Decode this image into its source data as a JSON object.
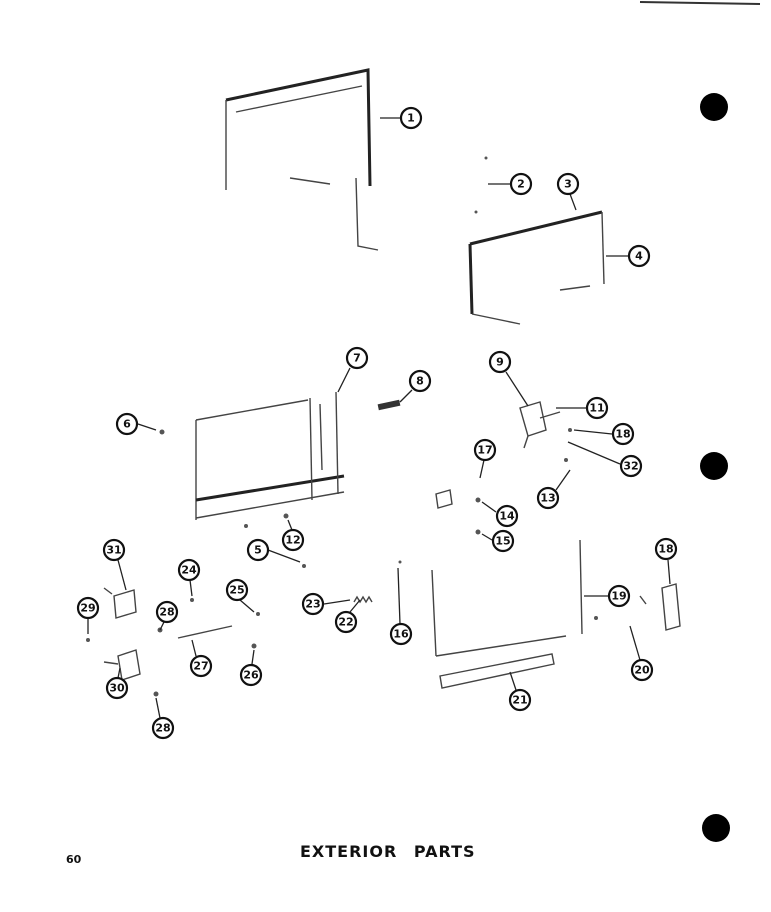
{
  "caption": "EXTERIOR PARTS",
  "page_number": "60",
  "callouts": [
    "1",
    "2",
    "3",
    "4",
    "5",
    "6",
    "7",
    "8",
    "9",
    "11",
    "18",
    "32",
    "13",
    "17",
    "14",
    "15",
    "12",
    "16",
    "31",
    "24",
    "29",
    "28",
    "25",
    "23",
    "22",
    "27",
    "26",
    "30",
    "28",
    "21",
    "19",
    "18",
    "20"
  ]
}
